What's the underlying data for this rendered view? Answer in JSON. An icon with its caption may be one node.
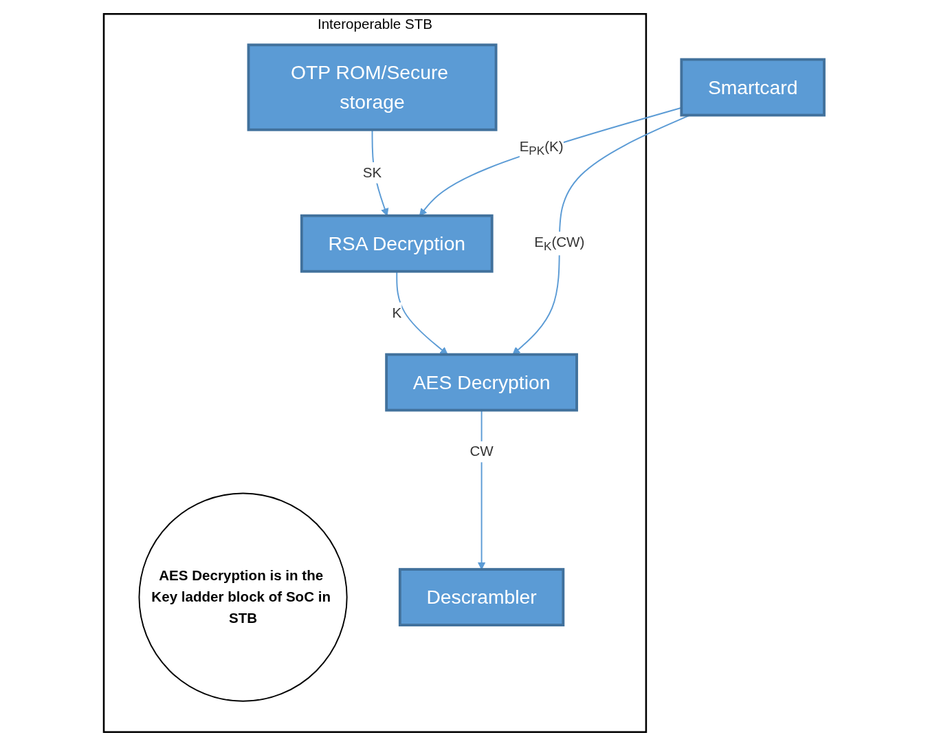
{
  "diagram": {
    "nodes": [
      {
        "text": [
          "Interoperable STB"
        ]
      },
      {
        "text": [
          "OTP ROM/Secure storage"
        ],
        "in": 0
      },
      {
        "text": [
          "Smartcard"
        ]
      },
      {
        "text": [
          "RSA Decryption"
        ],
        "in": 0
      },
      {
        "text": [
          "AES Decryption is in the Key ladder block of SoC in STB"
        ],
        "in": 0
      },
      {
        "text": [
          "AES Decryption"
        ],
        "in": 0
      },
      {
        "text": [
          "Descrambler"
        ],
        "in": 0
      }
    ],
    "edges": [
      {
        "from": 1,
        "to": 3,
        "arrow": "to",
        "label": "SK"
      },
      {
        "from": 2,
        "to": 3,
        "arrow": "to",
        "label": "E$_{PK}$(K)"
      },
      {
        "from": 3,
        "to": 5,
        "arrow": "to",
        "label": "K"
      },
      {
        "from": 2,
        "to": 5,
        "arrow": "to",
        "label": "E$_{K}$(CW)"
      },
      {
        "from": 5,
        "to": 6,
        "arrow": "to",
        "label": "CW"
      }
    ]
  }
}
